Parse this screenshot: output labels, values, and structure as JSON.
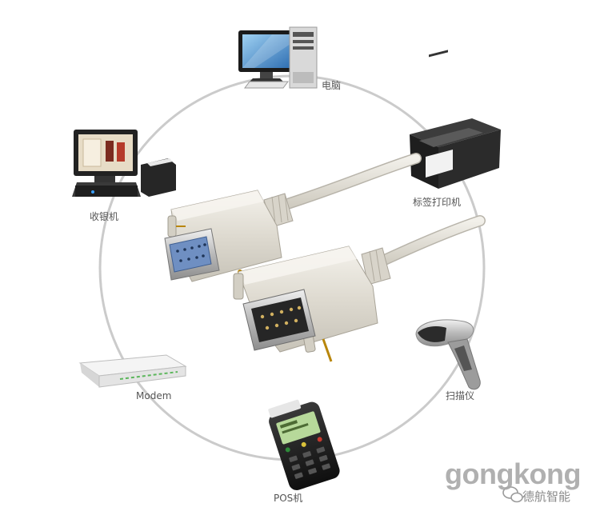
{
  "labels": {
    "computer": "电脑",
    "label_printer": "标签打印机",
    "cash_register": "收银机",
    "scanner": "扫描仪",
    "modem": "Modem",
    "pos": "POS机"
  },
  "watermark": {
    "latin": "gongkong",
    "chinese": "德航智能"
  },
  "colors": {
    "ring": "#c9c9c9",
    "cable": "#e4e1d8",
    "port_blue": "#6f8fc2",
    "text": "#555555"
  }
}
